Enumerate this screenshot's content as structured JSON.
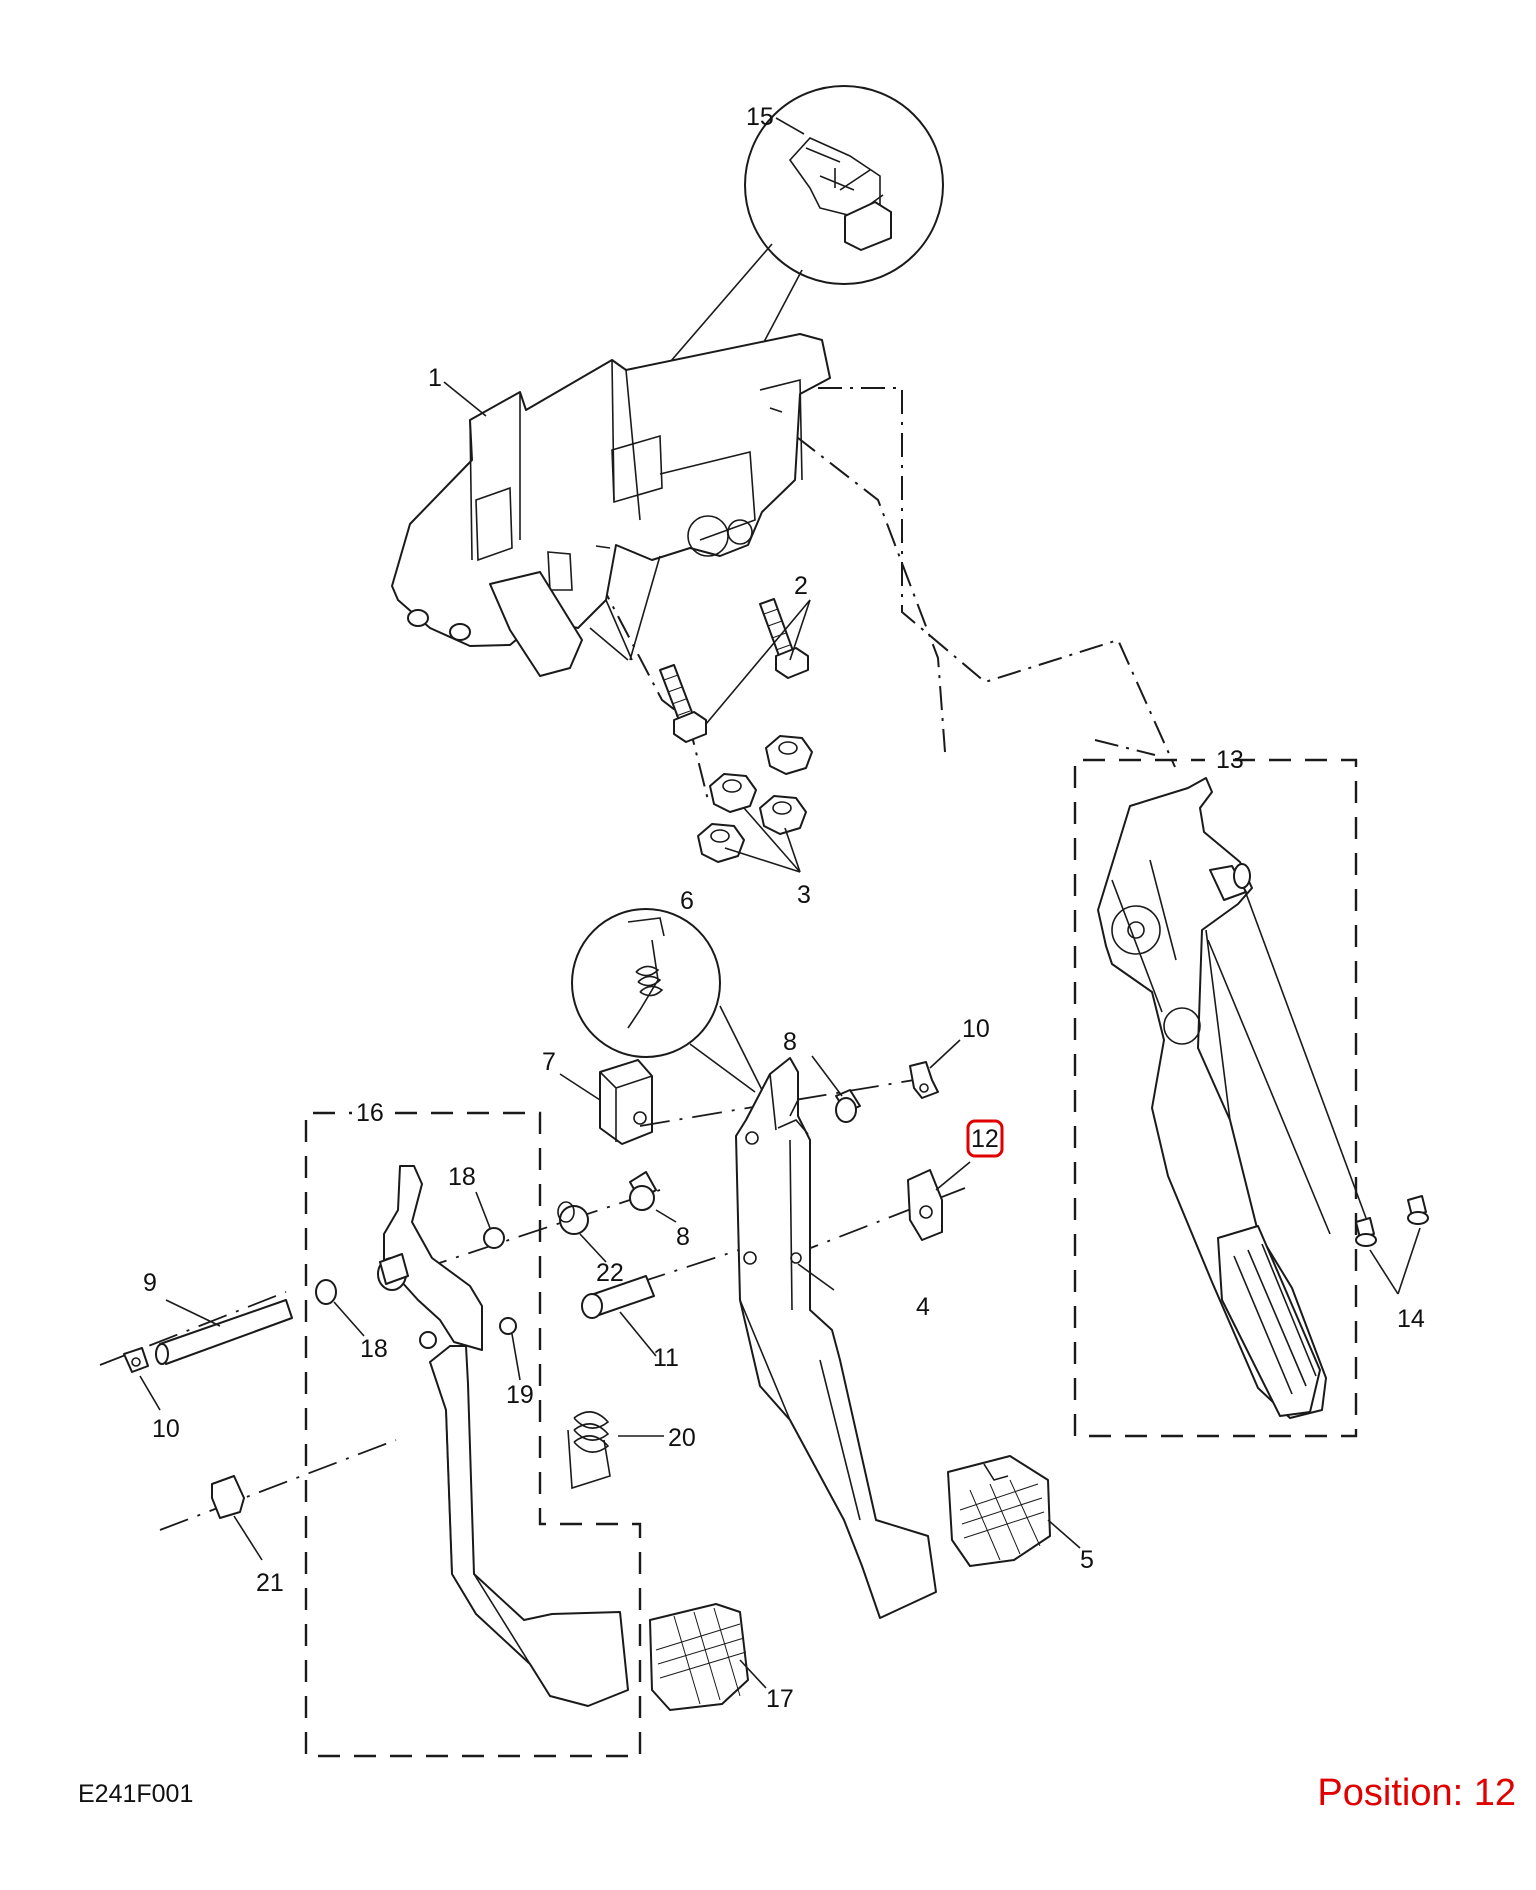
{
  "diagram": {
    "callouts": {
      "p1": "1",
      "p2": "2",
      "p3": "3",
      "p4": "4",
      "p5": "5",
      "p6": "6",
      "p7": "7",
      "p8a": "8",
      "p8b": "8",
      "p9": "9",
      "p10a": "10",
      "p10b": "10",
      "p11": "11",
      "p12": "12",
      "p13": "13",
      "p14": "14",
      "p15": "15",
      "p16": "16",
      "p17": "17",
      "p18a": "18",
      "p18b": "18",
      "p19": "19",
      "p20": "20",
      "p21": "21",
      "p22": "22"
    },
    "highlighted_callout": "12",
    "highlight_color": "#e00000",
    "line_color": "#1a1a1a"
  },
  "footer": {
    "diagram_code": "E241F001",
    "position_text": "Position: 12",
    "position_color": "#e00000"
  }
}
